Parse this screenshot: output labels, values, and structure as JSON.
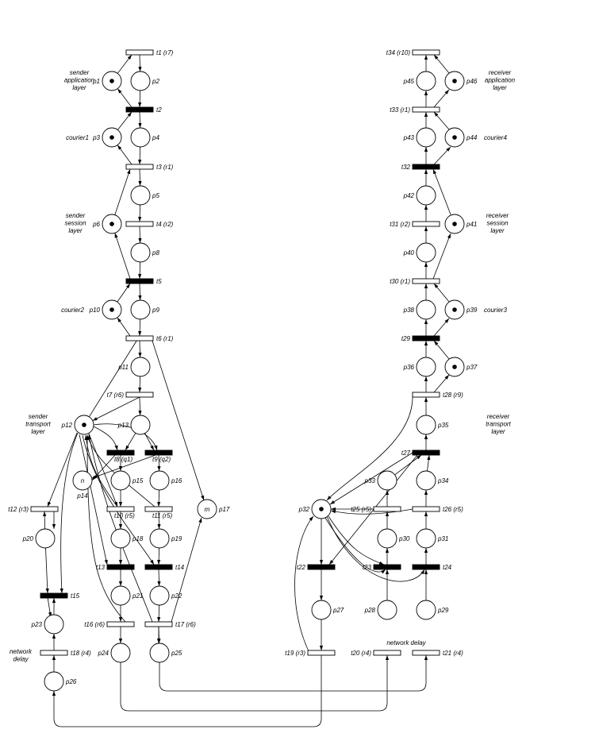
{
  "places": [
    {
      "id": "p1",
      "label": "p1",
      "token": true
    },
    {
      "id": "p2",
      "label": "p2",
      "token": false
    },
    {
      "id": "p3",
      "label": "p3",
      "token": true
    },
    {
      "id": "p4",
      "label": "p4",
      "token": false
    },
    {
      "id": "p5",
      "label": "p5",
      "token": false
    },
    {
      "id": "p6",
      "label": "p6",
      "token": true
    },
    {
      "id": "p8",
      "label": "p8",
      "token": false
    },
    {
      "id": "p9",
      "label": "p9",
      "token": false
    },
    {
      "id": "p10",
      "label": "p10",
      "token": true
    },
    {
      "id": "p11",
      "label": "p11",
      "token": false
    },
    {
      "id": "p12",
      "label": "p12",
      "token": true
    },
    {
      "id": "p13",
      "label": "p13",
      "token": false
    },
    {
      "id": "p14",
      "label": "p14",
      "token": false,
      "inner": "n"
    },
    {
      "id": "p15",
      "label": "p15",
      "token": false
    },
    {
      "id": "p16",
      "label": "p16",
      "token": false
    },
    {
      "id": "p17",
      "label": "p17",
      "token": false,
      "inner": "m"
    },
    {
      "id": "p18",
      "label": "p18",
      "token": false
    },
    {
      "id": "p19",
      "label": "p19",
      "token": false
    },
    {
      "id": "p20",
      "label": "p20",
      "token": false
    },
    {
      "id": "p21",
      "label": "p21",
      "token": false
    },
    {
      "id": "p22",
      "label": "p22",
      "token": false
    },
    {
      "id": "p23",
      "label": "p23",
      "token": false
    },
    {
      "id": "p24",
      "label": "p24",
      "token": false
    },
    {
      "id": "p25",
      "label": "p25",
      "token": false
    },
    {
      "id": "p26",
      "label": "p26",
      "token": false
    },
    {
      "id": "p27",
      "label": "p27",
      "token": false
    },
    {
      "id": "p28",
      "label": "p28",
      "token": false
    },
    {
      "id": "p29",
      "label": "p29",
      "token": false
    },
    {
      "id": "p30",
      "label": "p30",
      "token": false
    },
    {
      "id": "p31",
      "label": "p31",
      "token": false
    },
    {
      "id": "p32",
      "label": "p32",
      "token": true
    },
    {
      "id": "p33",
      "label": "p33",
      "token": false
    },
    {
      "id": "p34",
      "label": "p34",
      "token": false
    },
    {
      "id": "p35",
      "label": "p35",
      "token": false
    },
    {
      "id": "p36",
      "label": "p36",
      "token": false
    },
    {
      "id": "p37",
      "label": "p37",
      "token": true
    },
    {
      "id": "p38",
      "label": "p38",
      "token": false
    },
    {
      "id": "p39",
      "label": "p39",
      "token": true
    },
    {
      "id": "p40",
      "label": "p40",
      "token": false
    },
    {
      "id": "p41",
      "label": "p41",
      "token": true
    },
    {
      "id": "p42",
      "label": "p42",
      "token": false
    },
    {
      "id": "p43",
      "label": "p43",
      "token": false
    },
    {
      "id": "p44",
      "label": "p44",
      "token": true
    },
    {
      "id": "p45",
      "label": "p45",
      "token": false
    },
    {
      "id": "p46",
      "label": "p46",
      "token": true
    }
  ],
  "transitions": [
    {
      "id": "t1",
      "label": "t1 (r7)",
      "kind": "timed"
    },
    {
      "id": "t2",
      "label": "t2",
      "kind": "immediate"
    },
    {
      "id": "t3",
      "label": "t3 (r1)",
      "kind": "timed"
    },
    {
      "id": "t4",
      "label": "t4 (r2)",
      "kind": "timed"
    },
    {
      "id": "t5",
      "label": "t5",
      "kind": "immediate"
    },
    {
      "id": "t6",
      "label": "t6 (r1)",
      "kind": "timed"
    },
    {
      "id": "t7",
      "label": "t7 (r6)",
      "kind": "timed"
    },
    {
      "id": "t8",
      "label": "t8 (q1)",
      "kind": "immediate"
    },
    {
      "id": "t9",
      "label": "t9 (q2)",
      "kind": "immediate"
    },
    {
      "id": "t10",
      "label": "t10 (r5)",
      "kind": "timed"
    },
    {
      "id": "t11",
      "label": "t11 (r5)",
      "kind": "timed"
    },
    {
      "id": "t12",
      "label": "t12 (r3)",
      "kind": "timed"
    },
    {
      "id": "t13",
      "label": "t13",
      "kind": "immediate"
    },
    {
      "id": "t14",
      "label": "t14",
      "kind": "immediate"
    },
    {
      "id": "t15",
      "label": "t15",
      "kind": "immediate"
    },
    {
      "id": "t16",
      "label": "t16 (r6)",
      "kind": "timed"
    },
    {
      "id": "t17",
      "label": "t17 (r6)",
      "kind": "timed"
    },
    {
      "id": "t18",
      "label": "t18 (r4)",
      "kind": "timed"
    },
    {
      "id": "t19",
      "label": "t19 (r3)",
      "kind": "timed"
    },
    {
      "id": "t20",
      "label": "t20 (r4)",
      "kind": "timed"
    },
    {
      "id": "t21",
      "label": "t21 (r4)",
      "kind": "timed"
    },
    {
      "id": "t22",
      "label": "t22",
      "kind": "immediate"
    },
    {
      "id": "t23",
      "label": "t23",
      "kind": "immediate"
    },
    {
      "id": "t24",
      "label": "t24",
      "kind": "immediate"
    },
    {
      "id": "t25",
      "label": "t25 (r5)",
      "kind": "timed"
    },
    {
      "id": "t26",
      "label": "t26 (r5)",
      "kind": "timed"
    },
    {
      "id": "t27",
      "label": "t27",
      "kind": "immediate"
    },
    {
      "id": "t28",
      "label": "t28 (r9)",
      "kind": "timed"
    },
    {
      "id": "t29",
      "label": "t29",
      "kind": "immediate"
    },
    {
      "id": "t30",
      "label": "t30 (r1)",
      "kind": "timed"
    },
    {
      "id": "t31",
      "label": "t31 (r2)",
      "kind": "timed"
    },
    {
      "id": "t32",
      "label": "t32",
      "kind": "immediate"
    },
    {
      "id": "t33",
      "label": "t33 (r1)",
      "kind": "timed"
    },
    {
      "id": "t34",
      "label": "t34 (r10)",
      "kind": "timed"
    }
  ],
  "annotations": [
    {
      "id": "a1",
      "lines": [
        "sender",
        "application",
        "layer"
      ]
    },
    {
      "id": "a2",
      "lines": [
        "courier1"
      ]
    },
    {
      "id": "a3",
      "lines": [
        "sender",
        "session",
        "layer"
      ]
    },
    {
      "id": "a4",
      "lines": [
        "courier2"
      ]
    },
    {
      "id": "a5",
      "lines": [
        "sender",
        "transport",
        "layer"
      ]
    },
    {
      "id": "a6",
      "lines": [
        "network",
        "delay"
      ]
    },
    {
      "id": "a7",
      "lines": [
        "receiver",
        "application",
        "layer"
      ]
    },
    {
      "id": "a8",
      "lines": [
        "courier4"
      ]
    },
    {
      "id": "a9",
      "lines": [
        "receiver",
        "session",
        "layer"
      ]
    },
    {
      "id": "a10",
      "lines": [
        "courier3"
      ]
    },
    {
      "id": "a11",
      "lines": [
        "receiver",
        "transport",
        "layer"
      ]
    },
    {
      "id": "a12",
      "lines": [
        "network delay"
      ]
    }
  ]
}
